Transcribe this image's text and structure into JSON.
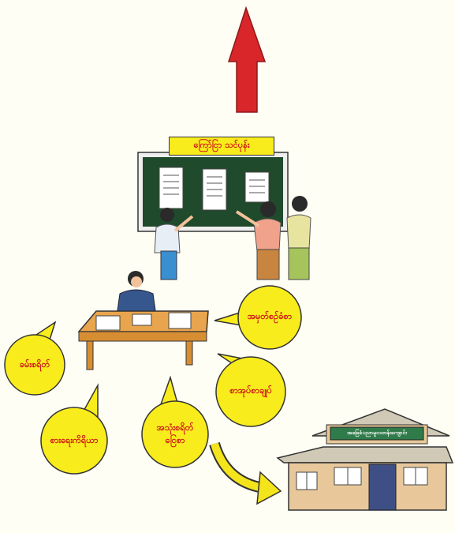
{
  "notice_board": {
    "title": "ကြော်ငြာ သင်ပုန်း"
  },
  "bubbles": {
    "enrollment_register": "အမှတ်စဉ်ခံစာ",
    "fees": "ခမ်းစရိတ်",
    "materials": "စာအုပ်စာချုပ်",
    "uniform_costs": "အသုံးစရိတ်\nငြေစာ",
    "stationery": "စားရေးကိရိယာ"
  },
  "school_sign": "အခြေခံပညာမူလတန်းကျောင်း",
  "colors": {
    "arrow_red": "#d8262b",
    "bubble_yellow": "#f8ec1c",
    "board_green": "#1f4a2c",
    "text_red": "#d0121b",
    "building_wall": "#e8c89a",
    "roof": "#cfc9b6",
    "door_blue": "#3e4f86",
    "curved_arrow": "#f4e41b"
  }
}
